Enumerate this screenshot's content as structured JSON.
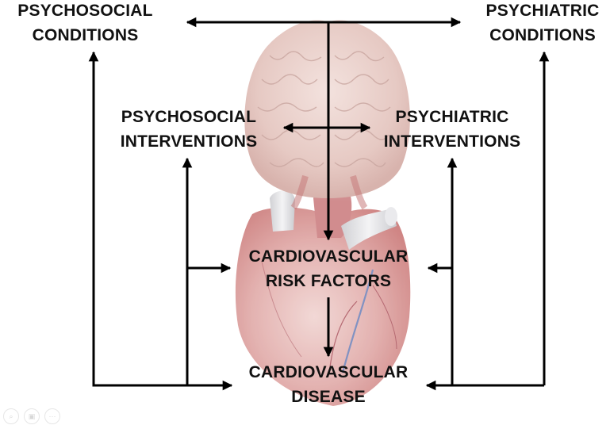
{
  "diagram": {
    "title": "",
    "nodes": {
      "psychosocial_conditions": {
        "line1": "PSYCHOSOCIAL",
        "line2": "CONDITIONS"
      },
      "psychiatric_conditions": {
        "line1": "PSYCHIATRIC",
        "line2": "CONDITIONS"
      },
      "psychosocial_interventions": {
        "line1": "PSYCHOSOCIAL",
        "line2": "INTERVENTIONS"
      },
      "psychiatric_interventions": {
        "line1": "PSYCHIATRIC",
        "line2": "INTERVENTIONS"
      },
      "cv_risk_factors": {
        "line1": "CARDIOVASCULAR",
        "line2": "RISK FACTORS"
      },
      "cv_disease": {
        "line1": "CARDIOVASCULAR",
        "line2": "DISEASE"
      }
    },
    "edges": [
      {
        "from": "psychosocial_conditions",
        "to": "psychiatric_conditions",
        "type": "bidirectional"
      },
      {
        "from": "psychosocial_interventions",
        "to": "psychiatric_interventions",
        "type": "bidirectional"
      },
      {
        "from": "brain",
        "to": "cv_risk_factors",
        "type": "directed"
      },
      {
        "from": "cv_risk_factors",
        "to": "cv_disease",
        "type": "directed"
      },
      {
        "from": "cv_disease",
        "to": "psychosocial_conditions",
        "type": "directed"
      },
      {
        "from": "cv_disease",
        "to": "psychiatric_conditions",
        "type": "directed"
      },
      {
        "from": "cv_disease",
        "to": "psychosocial_interventions",
        "type": "directed"
      },
      {
        "from": "cv_disease",
        "to": "psychiatric_interventions",
        "type": "directed"
      },
      {
        "from": "left_loop",
        "to": "cv_risk_factors",
        "type": "directed"
      },
      {
        "from": "right_loop",
        "to": "cv_risk_factors",
        "type": "directed"
      },
      {
        "from": "left_loop",
        "to": "cv_disease",
        "type": "directed"
      },
      {
        "from": "right_loop",
        "to": "cv_disease",
        "type": "directed"
      }
    ],
    "illustrations": {
      "brain": "brain-illustration",
      "heart": "heart-illustration"
    },
    "colors": {
      "line": "#000000",
      "text": "#111111",
      "brain": "#e8cdc8",
      "heart": "#c8676a",
      "vessel": "#d9d9dc"
    }
  },
  "viewer_controls": [
    {
      "icon": "zoom-icon",
      "glyph": "⌕"
    },
    {
      "icon": "image-icon",
      "glyph": "▣"
    },
    {
      "icon": "more-icon",
      "glyph": "···"
    }
  ]
}
